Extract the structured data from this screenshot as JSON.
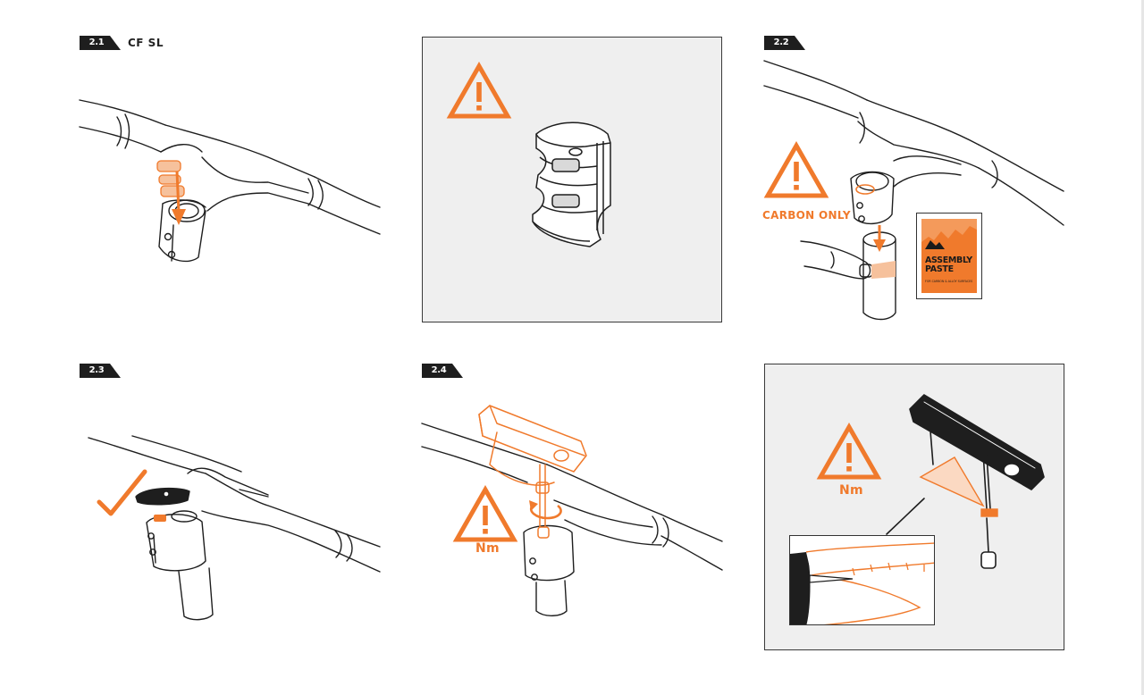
{
  "steps": {
    "s21": {
      "number": "2.1",
      "model": "CF SL"
    },
    "s22": {
      "number": "2.2",
      "warning_text": "CARBON ONLY"
    },
    "s23": {
      "number": "2.3"
    },
    "s24": {
      "number": "2.4",
      "torque_label": "Nm"
    }
  },
  "paste_packet": {
    "title_line1": "ASSEMBLY",
    "title_line2": "PASTE",
    "subtitle": "FOR CARBON & ALLOY SURFACES"
  },
  "torque_panel": {
    "torque_label": "Nm"
  },
  "icons": [
    "warning-triangle-icon",
    "check-mark-icon",
    "down-arrow-icon",
    "rotate-arrow-icon"
  ],
  "colors": {
    "accent": "#f07a2c",
    "ink": "#1e1e1e",
    "panel_bg": "#efefef"
  }
}
